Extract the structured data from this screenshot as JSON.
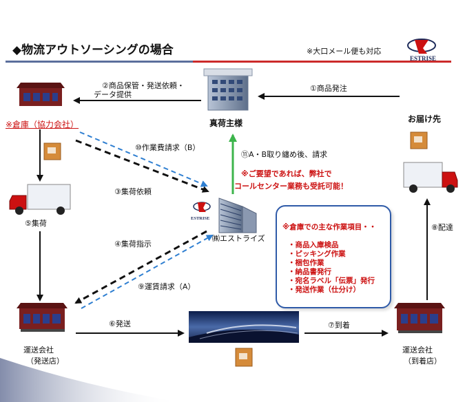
{
  "header": {
    "title": "◆物流アウトソーシングの場合",
    "note": "※大口メール便も対応",
    "logo_text": "ESTRISE"
  },
  "nodes": {
    "warehouse": "※倉庫（協力会社）",
    "shipper": "真荷主様",
    "destination": "お届け先",
    "estrise": "㈱エストライズ",
    "pickup": "⑤集荷",
    "depart_co": "運送会社",
    "depart_sub": "（発送店）",
    "arrive_co": "運送会社",
    "arrive_sub": "（到着店）"
  },
  "steps": {
    "s1": "①商品発注",
    "s2_l1": "②商品保管・発送依頼・",
    "s2_l2": "データ提供",
    "s3": "③集荷依頼",
    "s4": "④集荷指示",
    "s6": "⑥発送",
    "s7": "⑦到着",
    "s8": "⑧配達",
    "s9": "⑨運賃請求（A）",
    "s10": "⑩作業費請求（B）",
    "s11": "⑪A・B取り纏め後、請求",
    "s11_note1": "※ご要望であれば、弊社で",
    "s11_note2": "コールセンター業務も受託可能！"
  },
  "work_box": {
    "heading": "※倉庫での主な作業項目・・",
    "items": [
      "・商品入庫検品",
      "・ピッキング作業",
      "・梱包作業",
      "・納品書発行",
      "・宛名ラベル「伝票」発行",
      "・発送作業（仕分け）"
    ]
  },
  "colors": {
    "accent_red": "#cc1111",
    "blue_dash": "#2f7fd1",
    "green_arrow": "#3cb44b",
    "box_border": "#2e5aa8"
  }
}
